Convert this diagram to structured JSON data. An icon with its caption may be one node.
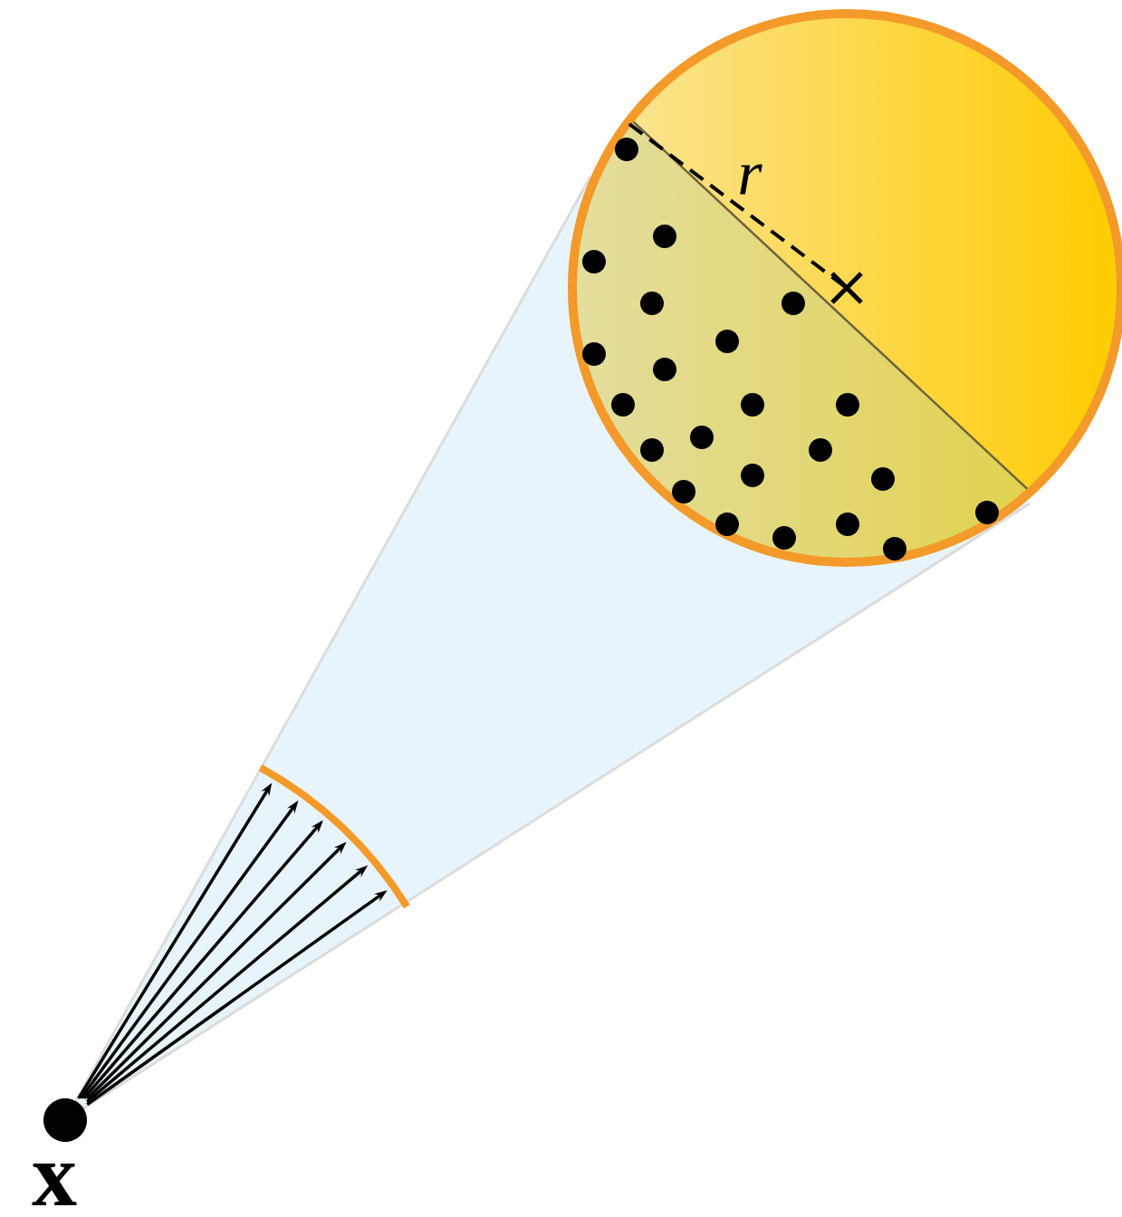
{
  "diagram": {
    "nodes": [
      {
        "text": [
          "x"
        ]
      },
      {
        "text": [],
        "shape": "arc"
      },
      {
        "text": [],
        "shape": "circle"
      }
    ],
    "edges": [
      {
        "from": 0,
        "to": 1,
        "arrow": "to"
      },
      {
        "from": 0,
        "to": 1,
        "arrow": "to"
      },
      {
        "from": 0,
        "to": 1,
        "arrow": "to"
      },
      {
        "from": 0,
        "to": 1,
        "arrow": "to"
      },
      {
        "from": 0,
        "to": 1,
        "arrow": "to"
      },
      {
        "from": 0,
        "to": 1,
        "arrow": "to"
      }
    ],
    "labels": [
      "r"
    ]
  }
}
